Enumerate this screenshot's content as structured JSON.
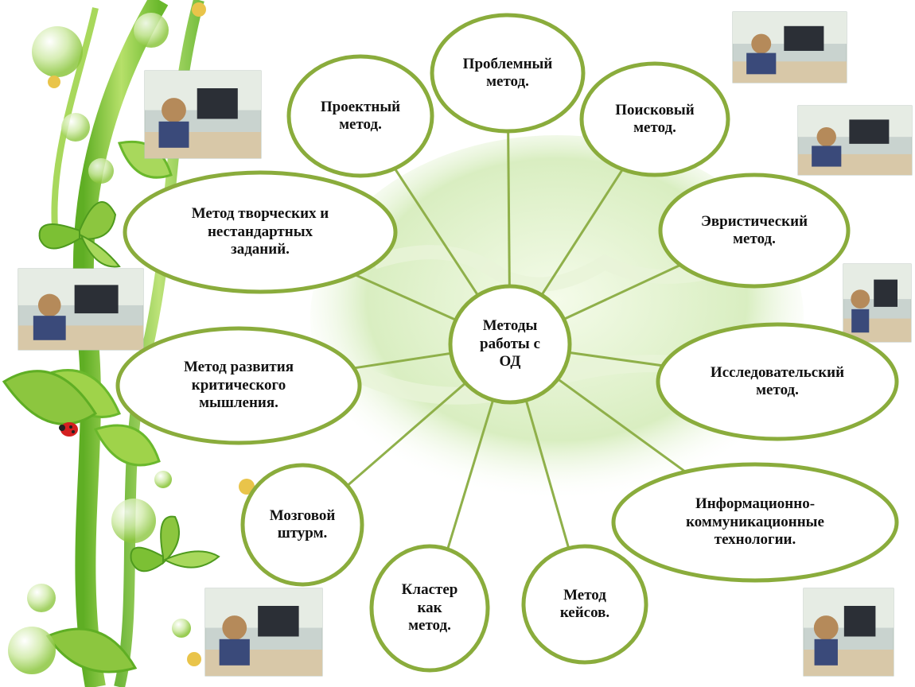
{
  "center": {
    "text": "Методы\nработы с\nОД"
  },
  "nodes": [
    {
      "id": "project",
      "text": "Проектный\nметод."
    },
    {
      "id": "problem",
      "text": "Проблемный\nметод."
    },
    {
      "id": "search",
      "text": "Поисковый\nметод."
    },
    {
      "id": "heuristic",
      "text": "Эвристический\nметод."
    },
    {
      "id": "research",
      "text": "Исследовательский\nметод."
    },
    {
      "id": "ict",
      "text": "Информационно-\nкоммуникационные\nтехнологии."
    },
    {
      "id": "cases",
      "text": "Метод\nкейсов."
    },
    {
      "id": "cluster",
      "text": "Кластер\nкак\nметод."
    },
    {
      "id": "brainstorm",
      "text": "Мозговой\nштурм."
    },
    {
      "id": "critical",
      "text": "Метод развития\nкритического\nмышления."
    },
    {
      "id": "creative",
      "text": "Метод  творческих и\nнестандартных\nзаданий."
    }
  ],
  "colors": {
    "ring": "#8aac3c",
    "connector": "#8fb04a",
    "fill": "#ffffff",
    "vine": "#8cc63f",
    "vine_dark": "#4e9a1e",
    "leaf": "#9fd34a",
    "globe": "#cfe8b0"
  },
  "decor": {
    "photos": [
      "classroom-photo",
      "classroom-photo",
      "classroom-photo",
      "classroom-photo",
      "classroom-photo",
      "classroom-photo",
      "classroom-photo",
      "classroom-photo"
    ],
    "icons": [
      "butterfly-icon",
      "butterfly-icon",
      "ladybug-icon",
      "bubble-icon",
      "globe-icon"
    ]
  }
}
